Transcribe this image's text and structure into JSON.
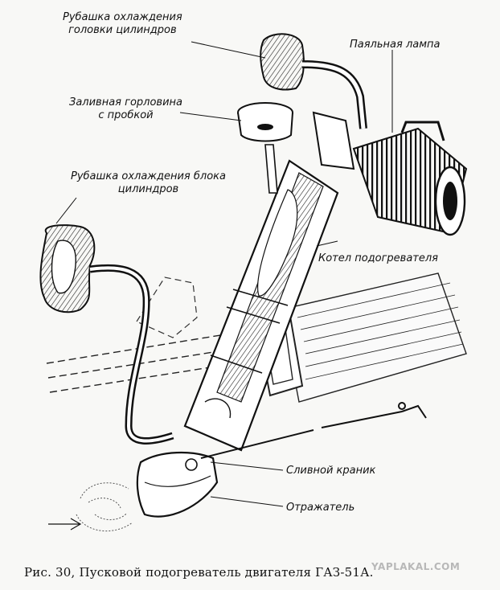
{
  "labels": {
    "head_jacket_line1": "Рубашка охлаждения",
    "head_jacket_line2": "головки цилиндров",
    "blowtorch": "Паяльная лампа",
    "filler_line1": "Заливная горловина",
    "filler_line2": "с пробкой",
    "block_jacket_line1": "Рубашка охлаждения блока",
    "block_jacket_line2": "цилиндров",
    "boiler": "Котел подогревателя",
    "drain_cock": "Сливной краник",
    "reflector": "Отражатель"
  },
  "caption": "Рис. 30, Пусковой подогреватель двигателя ГАЗ-51А.",
  "watermark": "YAPLAKAL.COM"
}
